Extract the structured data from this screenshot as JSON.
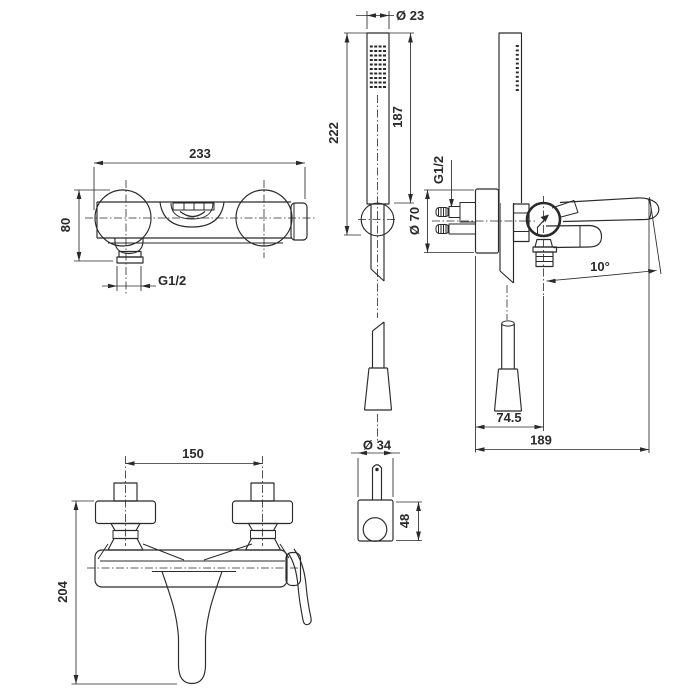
{
  "view_front_shower_mixer": {
    "width": "233",
    "height": "80",
    "outlet_thread": "G1/2"
  },
  "view_hand_shower": {
    "head_diameter": "Ø 23",
    "hose_attachment_length": "187",
    "overall_length": "222"
  },
  "view_bracket_detail": {
    "diameter": "Ø 34",
    "height": "48"
  },
  "view_side": {
    "escutcheon_diameter": "Ø 70",
    "supply_thread": "G1/2",
    "spout_angle": "10°",
    "outlet_offset": "74.5",
    "spout_reach": "189"
  },
  "view_front_bath_mixer": {
    "hole_centers": "150",
    "overall_height": "204"
  },
  "colors": {
    "line": "#2a2a2a",
    "background": "#ffffff"
  }
}
